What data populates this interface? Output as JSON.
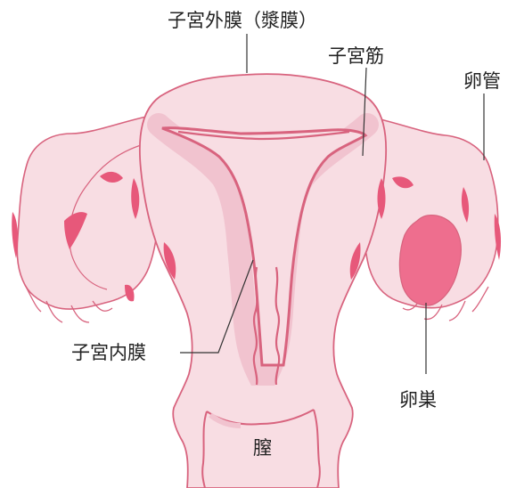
{
  "diagram": {
    "labels": {
      "perimetrium": "子宮外膜（漿膜）",
      "myometrium": "子宮筋",
      "fallopian_tube": "卵管",
      "endometrium": "子宮内膜",
      "ovary": "卵巣",
      "vagina": "膣"
    },
    "colors": {
      "tissue_light": "#f8dde3",
      "tissue_mid": "#f1c3cf",
      "outline": "#d8637e",
      "patch": "#e7587a",
      "ovary": "#ee6e8e",
      "line": "#333333"
    }
  }
}
